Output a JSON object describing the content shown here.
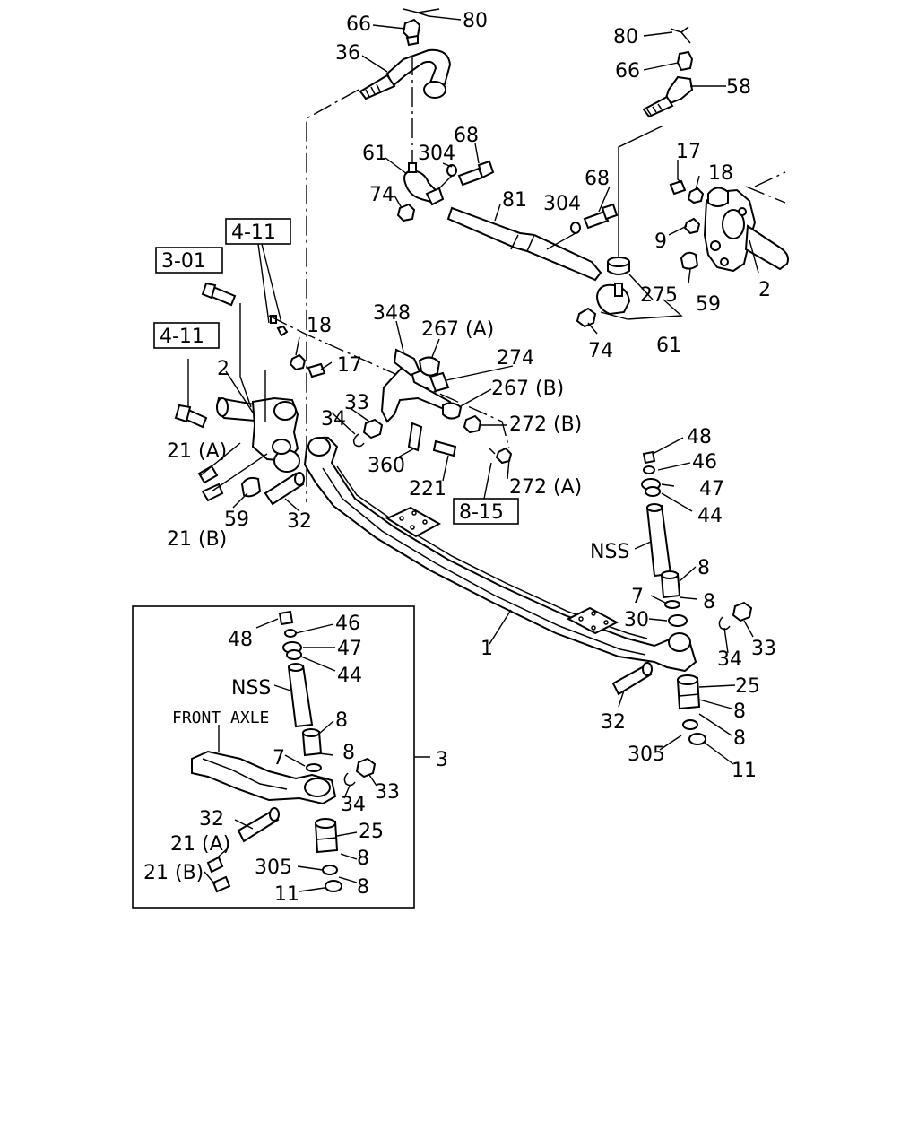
{
  "diagram": {
    "ref_boxes": {
      "r411a": "4-11",
      "r301": "3-01",
      "r411b": "4-11",
      "r815": "8-15"
    },
    "inset": {
      "caption": "FRONT AXLE",
      "callout": "3"
    },
    "labels": {
      "p66a": "66",
      "p80a": "80",
      "p36": "36",
      "p80b": "80",
      "p66b": "66",
      "p58": "58",
      "p61a": "61",
      "p304a": "304",
      "p68a": "68",
      "p74a": "74",
      "p81": "81",
      "p68b": "68",
      "p304b": "304",
      "p17a": "17",
      "p18a": "18",
      "p9": "9",
      "p59a": "59",
      "p2a": "2",
      "p275": "275",
      "p74b": "74",
      "p61b": "61",
      "p348": "348",
      "p267a": "267 (A)",
      "p18b": "18",
      "p17b": "17",
      "p274": "274",
      "p267b": "267 (B)",
      "p2b": "2",
      "p33a": "33",
      "p34a": "34",
      "p272b": "272 (B)",
      "p360": "360",
      "p221": "221",
      "p272a": "272 (A)",
      "p21a": "21 (A)",
      "p21b": "21 (B)",
      "p59b": "59",
      "p32a": "32",
      "p48a": "48",
      "p46a": "46",
      "p47a": "47",
      "p44a": "44",
      "pnssa": "NSS",
      "p8a": "8",
      "p7a": "7",
      "p8b": "8",
      "p30": "30",
      "p1": "1",
      "p34b": "34",
      "p33b": "33",
      "p25a": "25",
      "p32b": "32",
      "p8c": "8",
      "p305a": "305",
      "p8d": "8",
      "p11a": "11",
      "i48": "48",
      "i46": "46",
      "i47": "47",
      "i44": "44",
      "inss": "NSS",
      "i8a": "8",
      "i7": "7",
      "i8b": "8",
      "i34": "34",
      "i33": "33",
      "i32": "32",
      "i25": "25",
      "i21a": "21 (A)",
      "i21b": "21 (B)",
      "i305": "305",
      "i8c": "8",
      "i11": "11",
      "i8d": "8"
    }
  }
}
